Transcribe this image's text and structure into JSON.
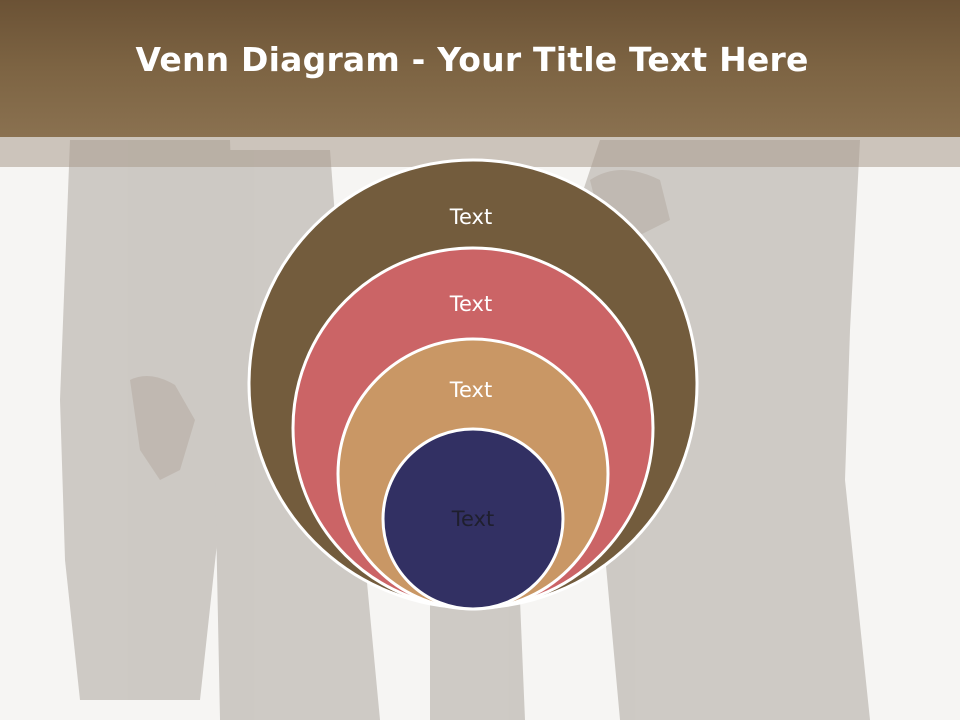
{
  "slide": {
    "title_bold": "Venn Diagram",
    "title_rest": " - Your Title Text Here"
  },
  "diagram": {
    "circles": [
      {
        "label": "Text",
        "color": "#735c3d"
      },
      {
        "label": "Text",
        "color": "#cb6466"
      },
      {
        "label": "Text",
        "color": "#c99765"
      },
      {
        "label": "Text",
        "color": "#323063"
      }
    ]
  },
  "colors": {
    "title_bar": "#7a6040",
    "background": "#f6f5f3",
    "ring_stroke": "#ffffff"
  }
}
